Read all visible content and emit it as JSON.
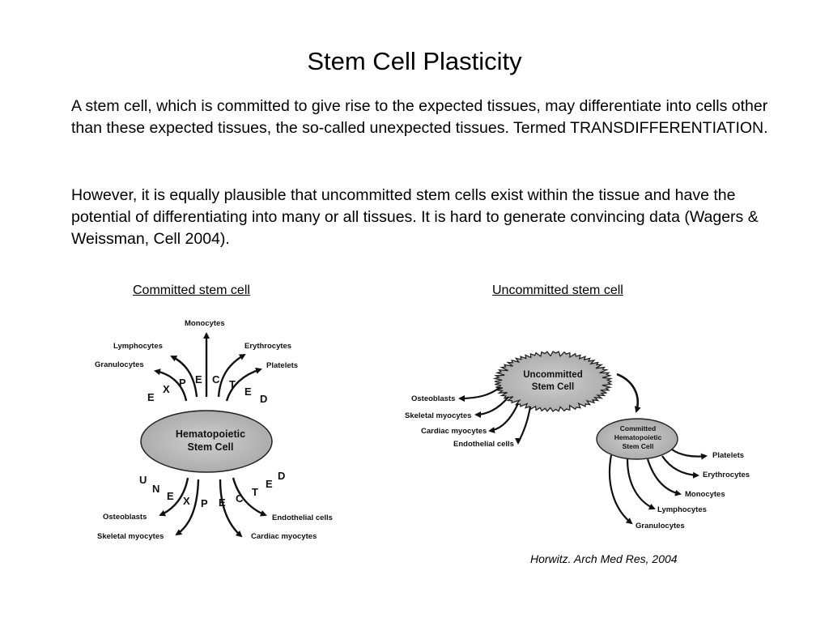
{
  "slide": {
    "title": "Stem Cell Plasticity",
    "paragraph1": "A stem cell, which is committed to give rise to the expected tissues, may differentiate into cells other than these expected tissues, the so-called unexpected tissues. Termed TRANSDIFFERENTIATION.",
    "paragraph2": "However, it is  equally plausible that uncommitted stem cells exist within the tissue and have the potential of differentiating into many or all tissues. It is hard to generate convincing data (Wagers & Weissman, Cell 2004).",
    "citation": "Horwitz. Arch Med Res, 2004"
  },
  "left_diagram": {
    "heading": "Committed stem cell",
    "cell_line1": "Hematopoietic",
    "cell_line2": "Stem Cell",
    "expected_letters": [
      "E",
      "X",
      "P",
      "E",
      "C",
      "T",
      "E",
      "D"
    ],
    "unexpected_letters": [
      "U",
      "N",
      "E",
      "X",
      "P",
      "E",
      "C",
      "T",
      "E",
      "D"
    ],
    "expected_labels": {
      "monocytes": "Monocytes",
      "lymphocytes": "Lymphocytes",
      "erythrocytes": "Erythrocytes",
      "granulocytes": "Granulocytes",
      "platelets": "Platelets"
    },
    "unexpected_labels": {
      "osteoblasts": "Osteoblasts",
      "skeletal": "Skeletal myocytes",
      "endothelial": "Endothelial cells",
      "cardiac": "Cardiac myocytes"
    }
  },
  "right_diagram": {
    "heading": "Uncommitted stem cell",
    "uncommitted_line1": "Uncommitted",
    "uncommitted_line2": "Stem Cell",
    "committed_line1": "Committed",
    "committed_line2": "Hematopoietic",
    "committed_line3": "Stem Cell",
    "tissue_labels": {
      "osteoblasts": "Osteoblasts",
      "skeletal": "Skeletal myocytes",
      "cardiac": "Cardiac myocytes",
      "endothelial": "Endothelial cells"
    },
    "blood_labels": {
      "platelets": "Platelets",
      "erythrocytes": "Erythrocytes",
      "monocytes": "Monocytes",
      "lymphocytes": "Lymphocytes",
      "granulocytes": "Granulocytes"
    }
  }
}
